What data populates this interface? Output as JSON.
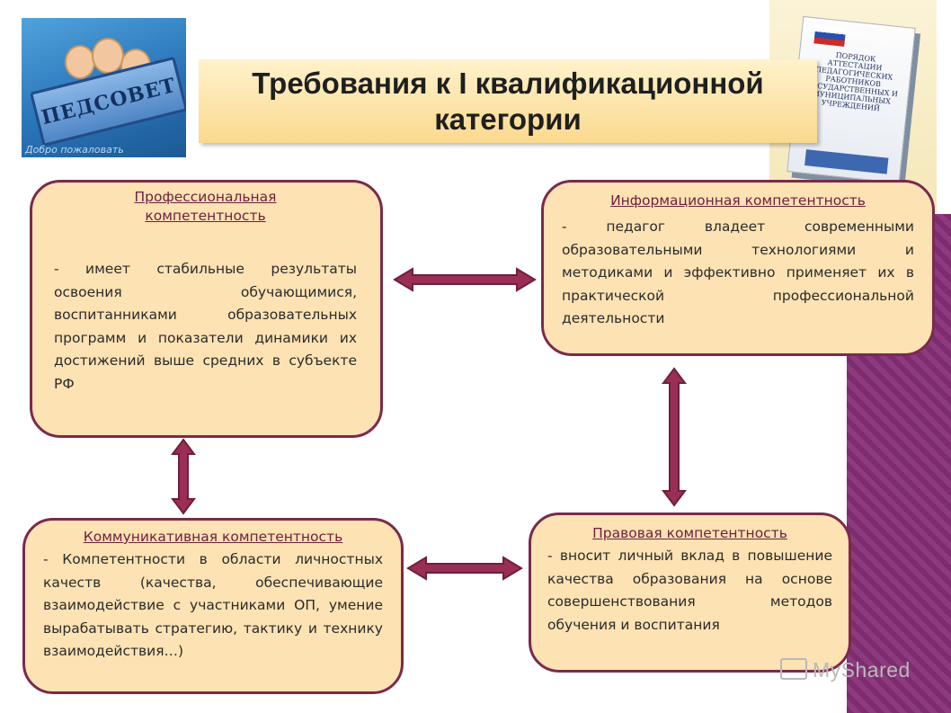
{
  "title": "Требования к I квалификационной категории",
  "logo": {
    "sign_text": "ПЕДСОВЕТ",
    "tagline": "Добро пожаловать"
  },
  "book": {
    "cover_text": "Порядок аттестации педагогических работников государственных и муниципальных учреждений"
  },
  "boxes": {
    "professional": {
      "title": "Профессиональная компетентность",
      "text": "- имеет стабильные результаты освоения обучающимися, воспитанниками образовательных программ и показатели динамики их достижений выше средних в субъекте РФ"
    },
    "informational": {
      "title": "Информационная компетентность",
      "text": "- педагог владеет современными образовательными технологиями и методиками и эффективно применяет их в практической профессиональной деятельности"
    },
    "communicative": {
      "title": "Коммуникативная компетентность",
      "text": "- Компетентности в области личностных качеств (качества, обеспечивающие взаимодействие с участниками ОП, умение вырабатывать стратегию, тактику и технику взаимодействия…)"
    },
    "legal": {
      "title": "Правовая компетентность",
      "text": "- вносит личный вклад в повышение качества образования на основе совершенствования методов обучения и воспитания"
    }
  },
  "watermark": "MyShared",
  "colors": {
    "box_fill": "#fde2b3",
    "box_border": "#7a2a4b",
    "arrow": "#9a2e55",
    "title_gradient_top": "#fff2cc",
    "title_gradient_bottom": "#fbd98e",
    "side_band": "#86357a"
  }
}
